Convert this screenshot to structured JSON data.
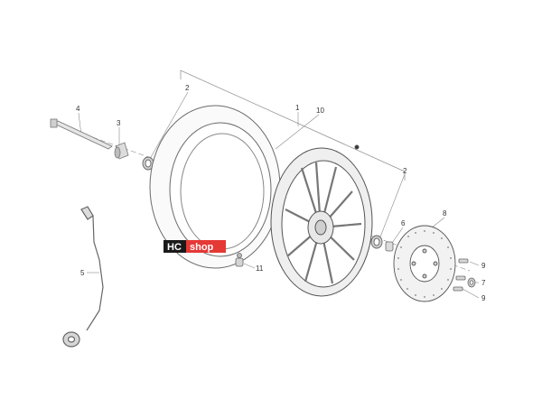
{
  "logo": {
    "left": "HC",
    "right": "shop",
    "accent": "#e53935",
    "dark": "#1a1a1a"
  },
  "parts": [
    {
      "id": "p1",
      "num": "1"
    },
    {
      "id": "p2a",
      "num": "2"
    },
    {
      "id": "p2b",
      "num": "2"
    },
    {
      "id": "p3",
      "num": "3"
    },
    {
      "id": "p4",
      "num": "4"
    },
    {
      "id": "p5",
      "num": "5"
    },
    {
      "id": "p6",
      "num": "6"
    },
    {
      "id": "p7",
      "num": "7"
    },
    {
      "id": "p8",
      "num": "8"
    },
    {
      "id": "p9a",
      "num": "9"
    },
    {
      "id": "p9b",
      "num": "9"
    },
    {
      "id": "p10",
      "num": "10"
    },
    {
      "id": "p11",
      "num": "11"
    }
  ]
}
